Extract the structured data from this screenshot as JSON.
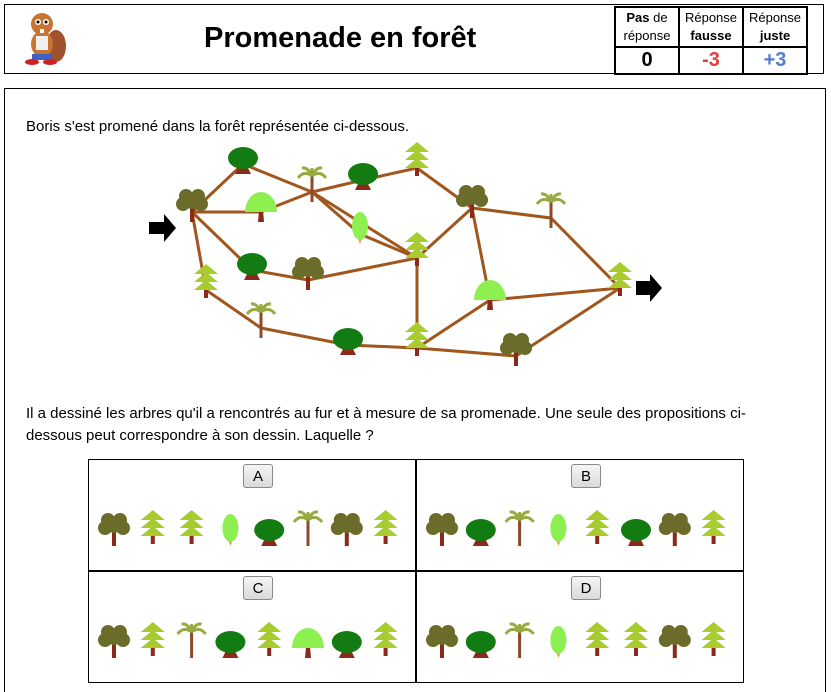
{
  "header": {
    "title": "Promenade en forêt",
    "score": [
      {
        "line1_bold": "Pas",
        "line1_rest": " de",
        "line2": "réponse",
        "value": "0",
        "color": "#000000"
      },
      {
        "line1": "Réponse",
        "line2_bold": "fausse",
        "value": "-3",
        "color": "#e04040"
      },
      {
        "line1": "Réponse",
        "line2_bold": "juste",
        "value": "+3",
        "color": "#4f7fc8"
      }
    ]
  },
  "task": {
    "intro": "Boris s'est promené dans la forêt représentée ci-dessous.",
    "question": "Il a dessiné les arbres qu'il a rencontrés au fur et à mesure de sa promenade. Une seule des propositions ci-dessous peut correspondre à son dessin. Laquelle ?"
  },
  "colors": {
    "trunk": "#8b2a1a",
    "dark_green": "#127c12",
    "olive": "#6b6b2a",
    "light_green": "#8ef050",
    "pine_green": "#a8cc30",
    "palm": "#99aa44",
    "path": "#a0561c",
    "carrot": "#f39c50"
  },
  "tree_types": [
    "round-tree",
    "pine-tree",
    "palm-tree",
    "cluster-tree",
    "mushroom-tree",
    "carrot-tree"
  ],
  "options": [
    {
      "label": "A",
      "trees": [
        "cluster-tree",
        "pine-tree",
        "pine-tree",
        "carrot-tree",
        "round-tree",
        "palm-tree",
        "cluster-tree",
        "pine-tree"
      ]
    },
    {
      "label": "B",
      "trees": [
        "cluster-tree",
        "round-tree",
        "palm-tree",
        "carrot-tree",
        "pine-tree",
        "round-tree",
        "cluster-tree",
        "pine-tree"
      ]
    },
    {
      "label": "C",
      "trees": [
        "cluster-tree",
        "pine-tree",
        "palm-tree",
        "round-tree",
        "pine-tree",
        "mushroom-tree",
        "round-tree",
        "pine-tree"
      ]
    },
    {
      "label": "D",
      "trees": [
        "cluster-tree",
        "round-tree",
        "palm-tree",
        "carrot-tree",
        "pine-tree",
        "pine-tree",
        "cluster-tree",
        "pine-tree"
      ]
    }
  ],
  "map": {
    "nodes": [
      "cluster-tree",
      "round-tree",
      "mushroom-tree",
      "palm-tree",
      "round-tree",
      "pine-tree",
      "carrot-tree",
      "cluster-tree",
      "palm-tree",
      "pine-tree",
      "round-tree",
      "cluster-tree",
      "pine-tree",
      "mushroom-tree",
      "pine-tree",
      "palm-tree",
      "round-tree",
      "pine-tree",
      "cluster-tree"
    ],
    "entry_arrow": "arrow-right-icon",
    "exit_arrow": "arrow-right-icon"
  }
}
